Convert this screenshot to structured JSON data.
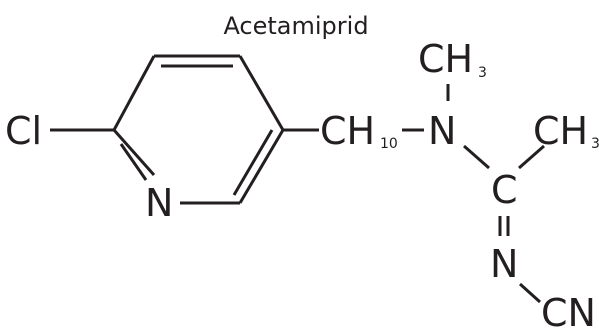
{
  "diagram": {
    "title": "Acetamiprid",
    "atoms": {
      "chlorine": "Cl",
      "ring_nitrogen": "N",
      "methylene_group": "CH",
      "methylene_subscript": "10",
      "amine_nitrogen": "N",
      "n_methyl_group": "CH",
      "n_methyl_subscript": "3",
      "c_methyl_group": "CH",
      "c_methyl_subscript": "3",
      "amidine_carbon": "C",
      "imine_nitrogen": "N",
      "cyano_group": "CN"
    },
    "colors": {
      "ink": "#231f20",
      "background": "#ffffff"
    }
  }
}
